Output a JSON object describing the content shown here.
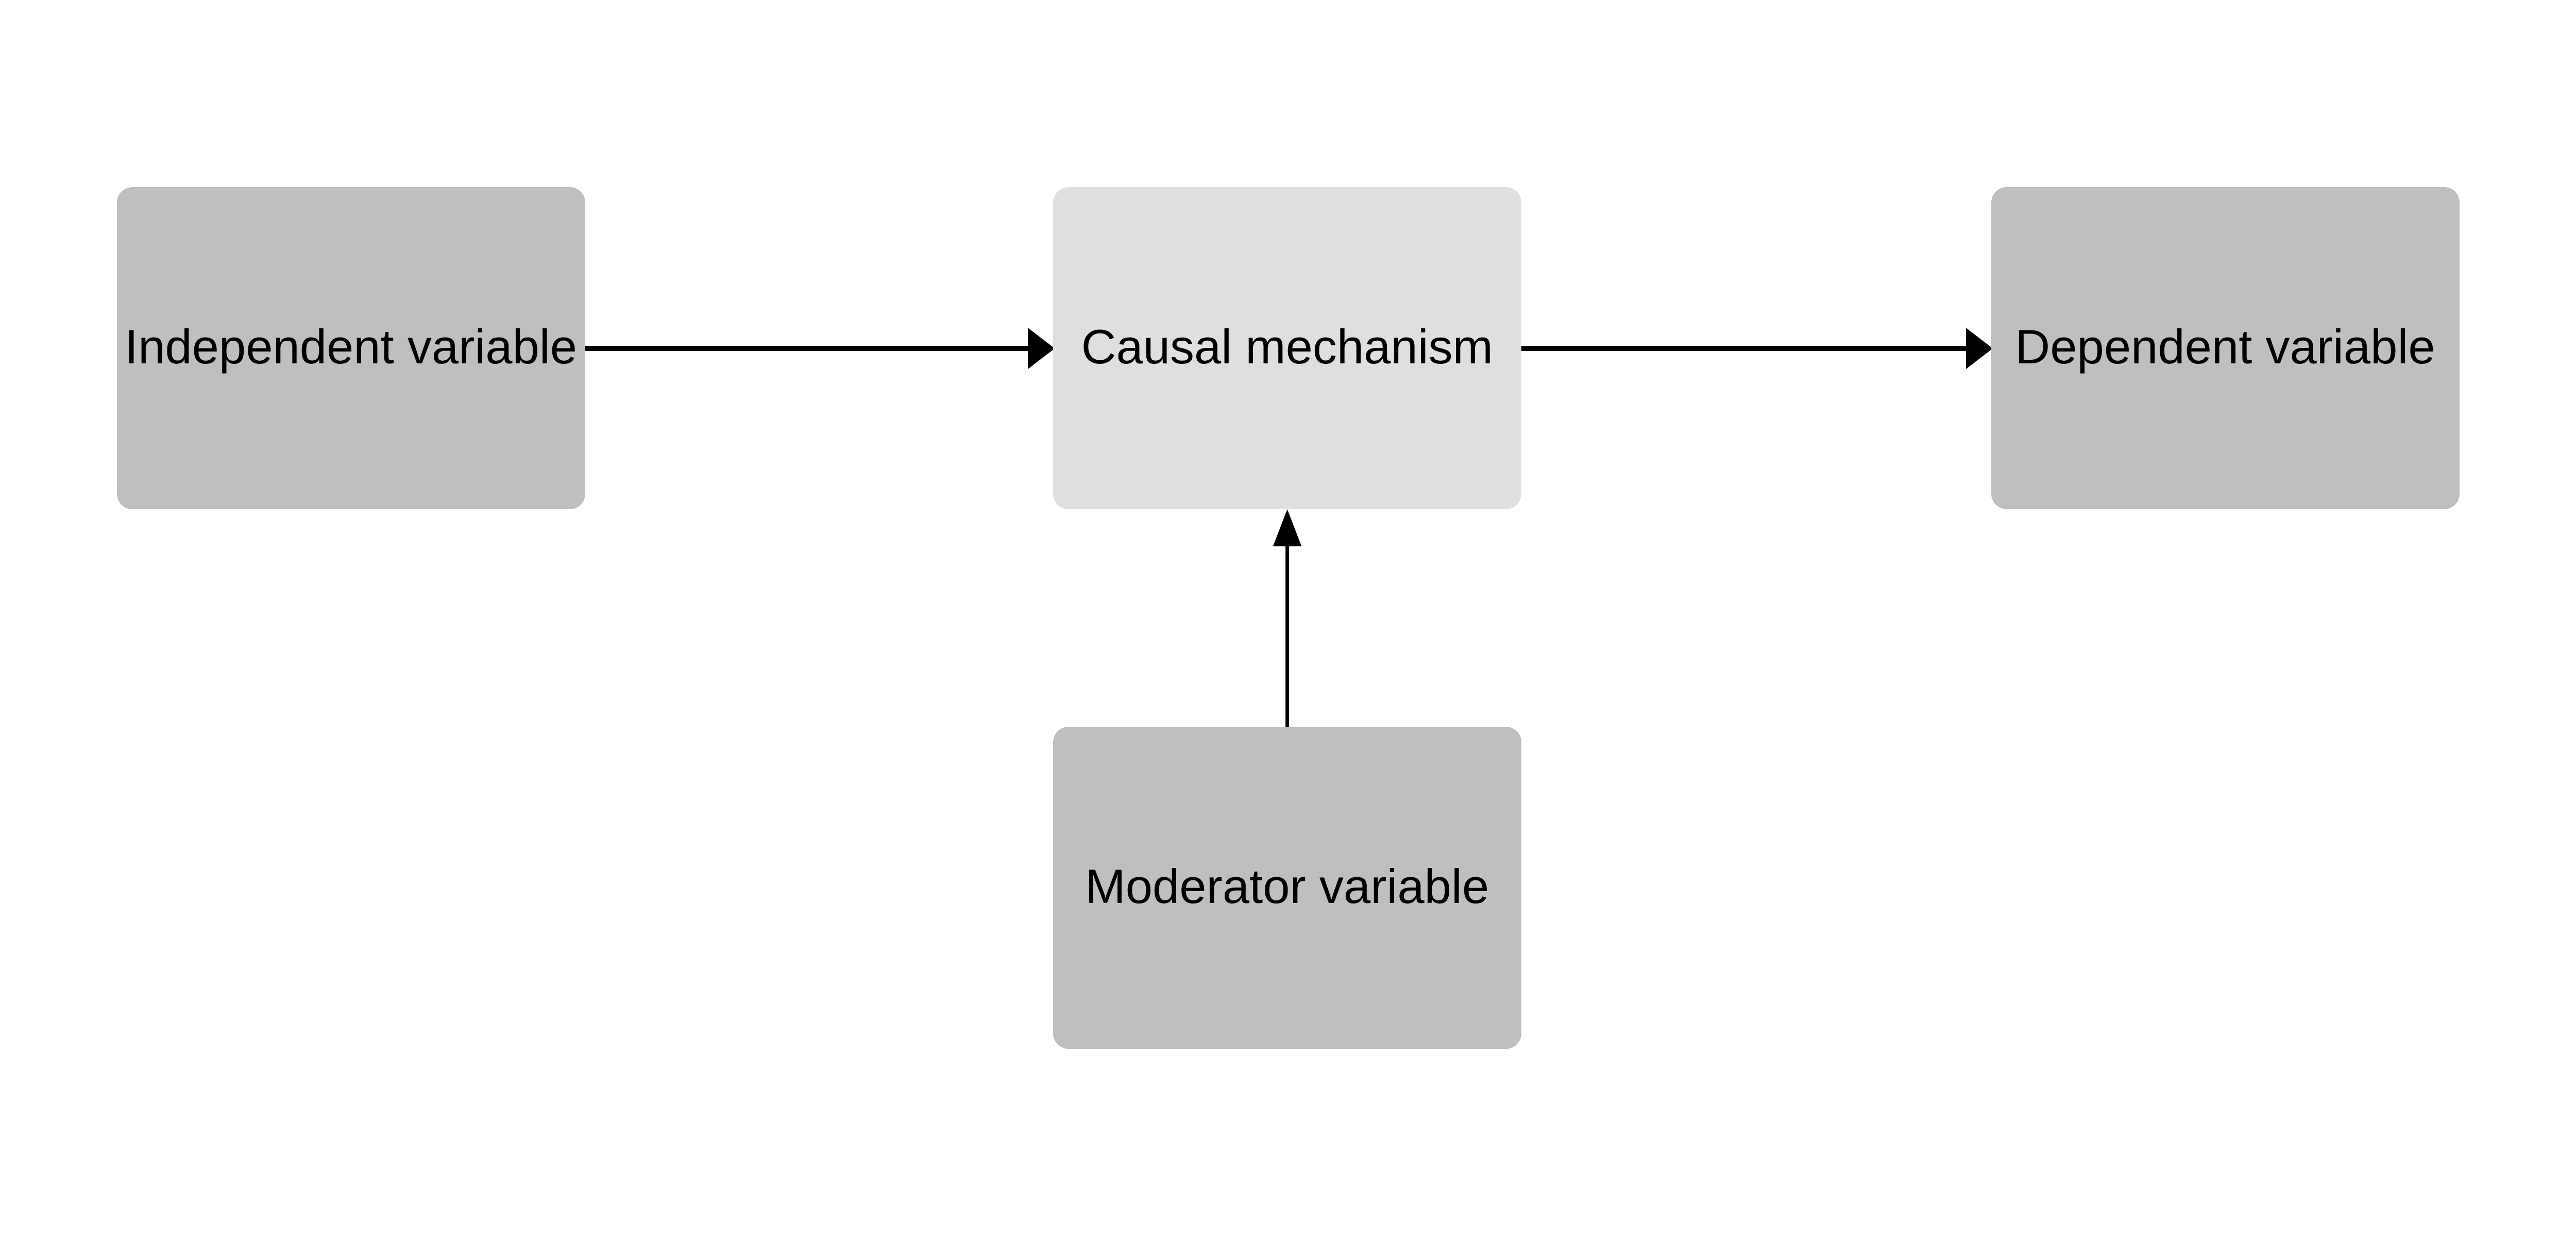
{
  "nodes": {
    "independent": {
      "label": "Independent variable",
      "color": "#bfbfbf"
    },
    "mechanism": {
      "label": "Causal mechanism",
      "color": "#dfdfdf"
    },
    "dependent": {
      "label": "Dependent variable",
      "color": "#bfbfbf"
    },
    "moderator": {
      "label": "Moderator variable",
      "color": "#bfbfbf"
    }
  },
  "edges": [
    {
      "from": "independent",
      "to": "mechanism"
    },
    {
      "from": "mechanism",
      "to": "dependent"
    },
    {
      "from": "moderator",
      "to": "mechanism"
    }
  ],
  "edge_color": "#000000"
}
